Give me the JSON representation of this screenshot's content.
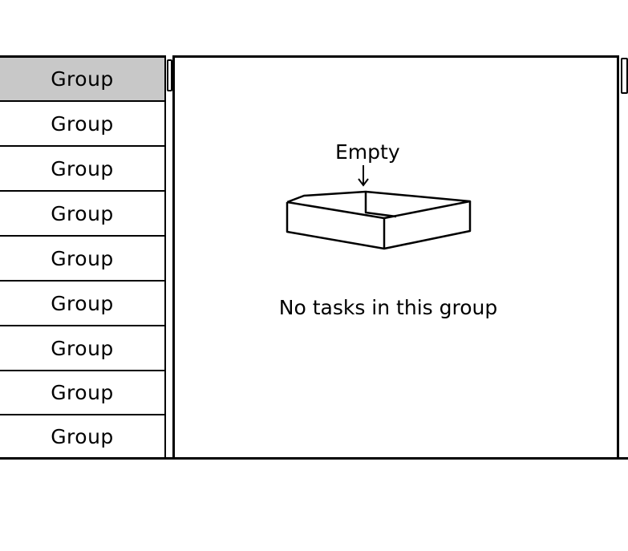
{
  "sidebar": {
    "items": [
      {
        "label": "Group",
        "selected": true
      },
      {
        "label": "Group",
        "selected": false
      },
      {
        "label": "Group",
        "selected": false
      },
      {
        "label": "Group",
        "selected": false
      },
      {
        "label": "Group",
        "selected": false
      },
      {
        "label": "Group",
        "selected": false
      },
      {
        "label": "Group",
        "selected": false
      },
      {
        "label": "Group",
        "selected": false
      },
      {
        "label": "Group",
        "selected": false
      }
    ]
  },
  "main": {
    "empty_label": "Empty",
    "empty_icon": "empty-box-icon",
    "empty_message": "No tasks in this group"
  },
  "colors": {
    "selected_bg": "#c8c8c8",
    "border": "#000000",
    "background": "#ffffff"
  }
}
